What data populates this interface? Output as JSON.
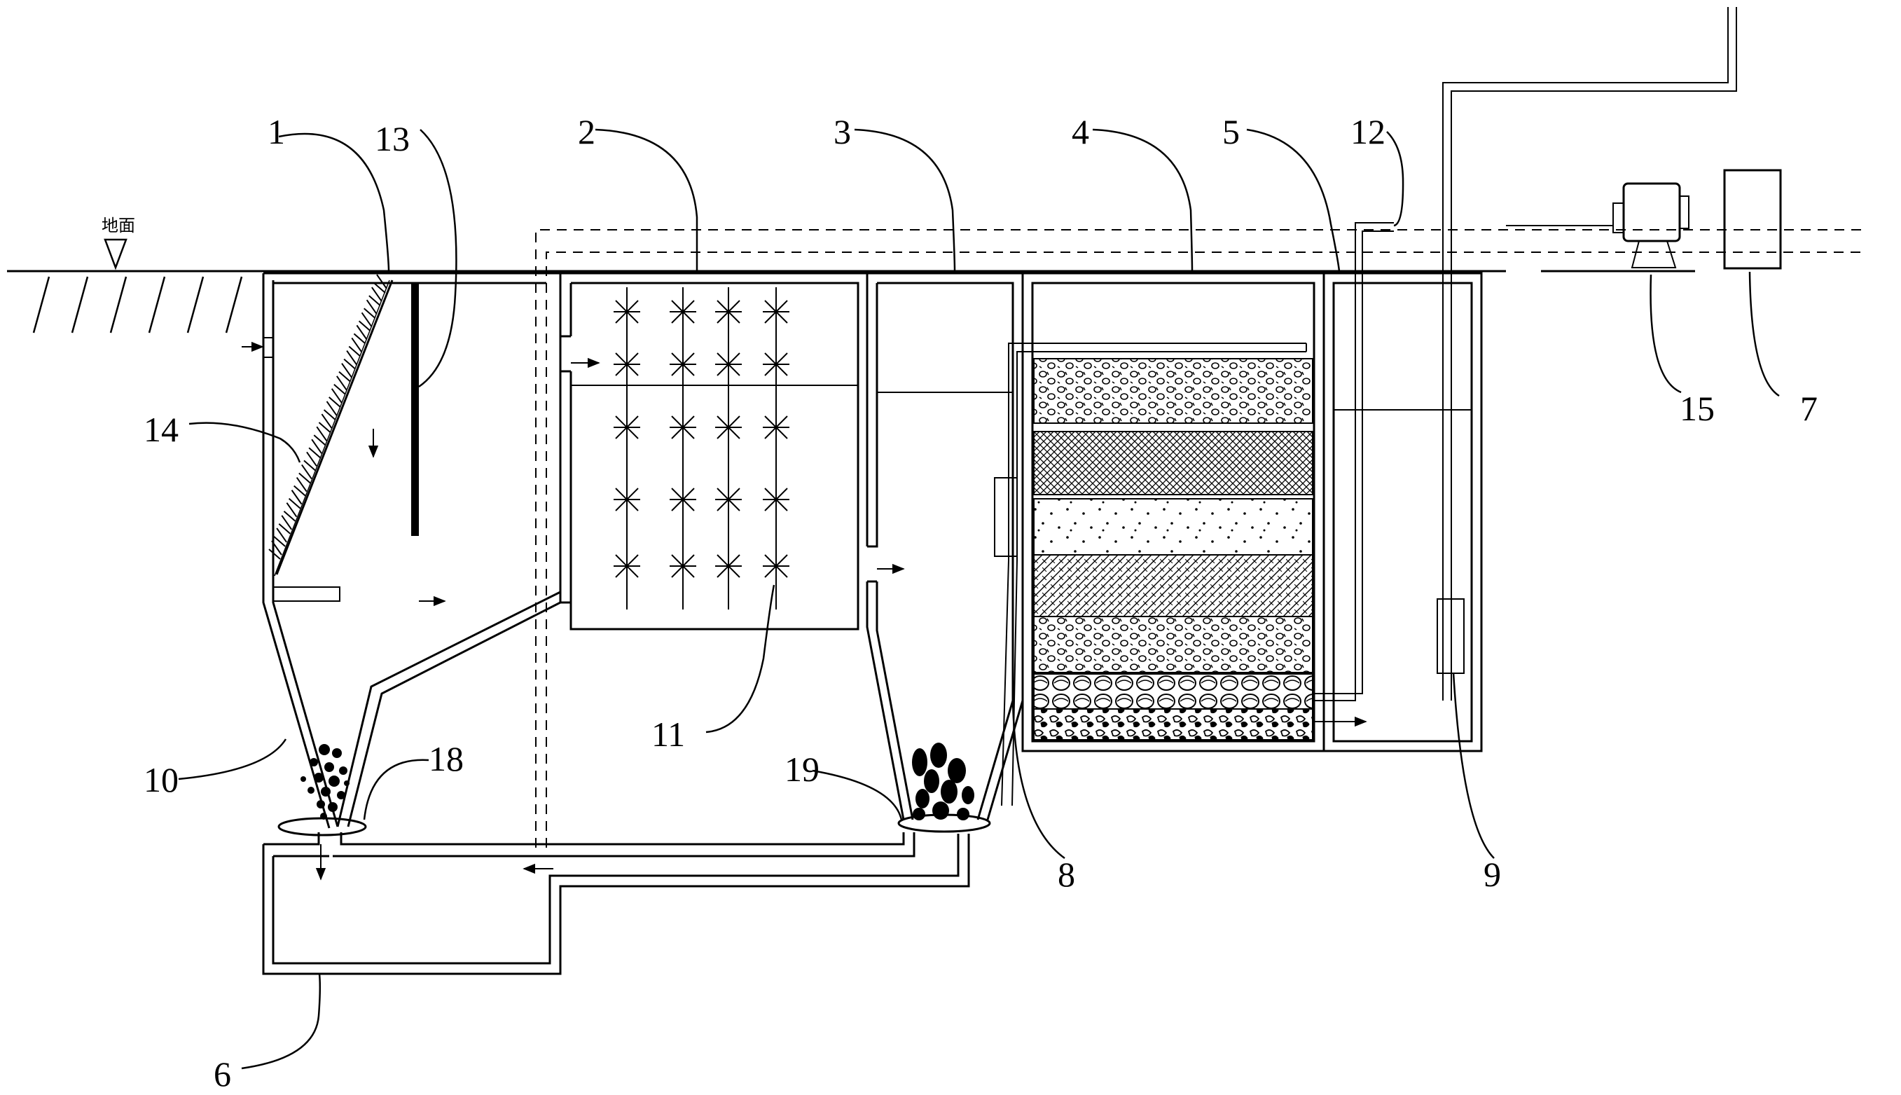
{
  "ground": {
    "label": "地面"
  },
  "callouts": [
    {
      "id": "c1",
      "text": "1"
    },
    {
      "id": "c13",
      "text": "13"
    },
    {
      "id": "c2",
      "text": "2"
    },
    {
      "id": "c3",
      "text": "3"
    },
    {
      "id": "c4",
      "text": "4"
    },
    {
      "id": "c5",
      "text": "5"
    },
    {
      "id": "c12",
      "text": "12"
    },
    {
      "id": "c14",
      "text": "14"
    },
    {
      "id": "c15",
      "text": "15"
    },
    {
      "id": "c7",
      "text": "7"
    },
    {
      "id": "c11",
      "text": "11"
    },
    {
      "id": "c10",
      "text": "10"
    },
    {
      "id": "c18",
      "text": "18"
    },
    {
      "id": "c19",
      "text": "19"
    },
    {
      "id": "c8",
      "text": "8"
    },
    {
      "id": "c9",
      "text": "9"
    },
    {
      "id": "c6",
      "text": "6"
    }
  ]
}
